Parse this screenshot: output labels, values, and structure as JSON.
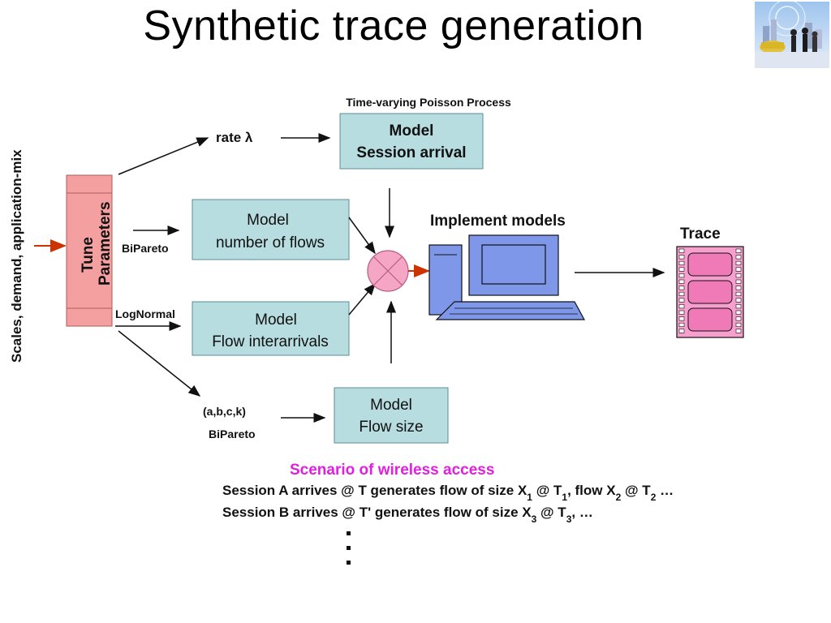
{
  "slide": {
    "title": "Synthetic trace generation"
  },
  "logo": {
    "icon": "people-in-city-logo-icon"
  },
  "diagram": {
    "side_label": "Scales, demand, application-mix",
    "tune_box": {
      "line1": "Tune",
      "line2": "Parameters"
    },
    "session_arrival": {
      "caption": "Time-varying Poisson Process",
      "input_label": "rate λ",
      "line1": "Model",
      "line2": "Session arrival"
    },
    "num_flows": {
      "input_label": "BiPareto",
      "line1": "Model",
      "line2": "number of flows"
    },
    "flow_interarrivals": {
      "input_label": "LogNormal",
      "line1": "Model",
      "line2": "Flow interarrivals"
    },
    "flow_size": {
      "input_label_1": "(a,b,c,k)",
      "input_label_2": "BiPareto",
      "line1": "Model",
      "line2": "Flow size"
    },
    "implement_label": "Implement models",
    "trace_label": "Trace",
    "scenario": {
      "heading": "Scenario of wireless access",
      "line_a": {
        "p1": "Session A arrives @ T generates flow of size X",
        "s1": "1",
        "p2": " @ T",
        "s2": "1",
        "p3": ", flow X",
        "s3": "2",
        "p4": " @ T",
        "s4": "2",
        "p5": " …"
      },
      "line_b": {
        "p1": "Session B arrives @ T' generates flow of size X",
        "s1": "3",
        "p2": " @ T",
        "s2": "3",
        "p3": ", …"
      }
    },
    "colors": {
      "model_box_fill": "#b7dde0",
      "tune_fill": "#f4a0a0",
      "combiner_fill": "#f4a6c4",
      "computer_fill": "#7e97e8",
      "trace_fill": "#f7a0cf",
      "scenario_heading": "#e21ee0",
      "arrow_red": "#cc3300"
    }
  }
}
